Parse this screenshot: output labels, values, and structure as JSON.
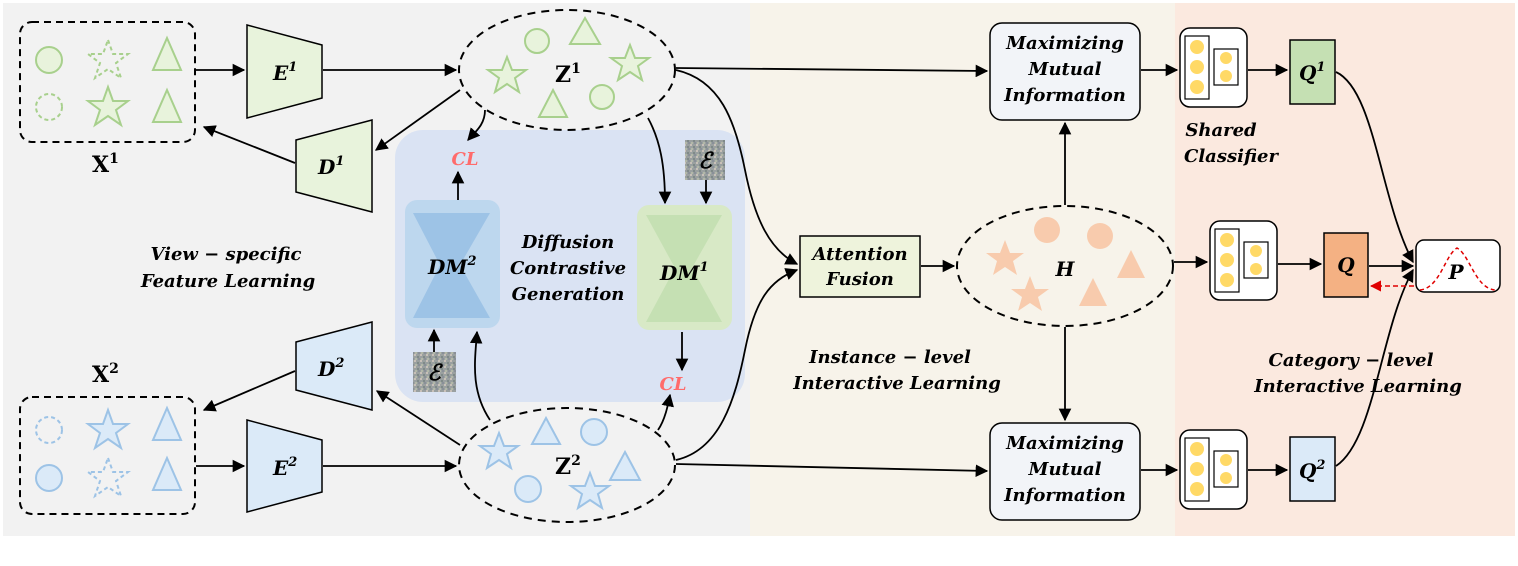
{
  "views": {
    "x1": "X",
    "x1_sup": "1",
    "x2": "X",
    "x2_sup": "2"
  },
  "encoders": {
    "e1": "E",
    "e1_sup": "1",
    "e2": "E",
    "e2_sup": "2"
  },
  "decoders": {
    "d1": "D",
    "d1_sup": "1",
    "d2": "D",
    "d2_sup": "2"
  },
  "latents": {
    "z1": "Z",
    "z1_sup": "1",
    "z2": "Z",
    "z2_sup": "2"
  },
  "diffusion": {
    "dm2": "DM",
    "dm2_sup": "2",
    "dm1": "DM",
    "dm1_sup": "1",
    "noise": "ℰ",
    "cl": "CL",
    "label_line1": "Diffusion",
    "label_line2": "Contrastive",
    "label_line3": "Generation"
  },
  "sections": {
    "view_specific_line1": "View − specific",
    "view_specific_line2": "Feature Learning",
    "instance_line1": "Instance − level",
    "instance_line2": "Interactive Learning",
    "category_line1": "Category − level",
    "category_line2": "Interactive Learning"
  },
  "fusion": {
    "attention_line1": "Attention",
    "attention_line2": "Fusion",
    "h": "H"
  },
  "mutual_info": {
    "line1": "Maximizing",
    "line2": "Mutual",
    "line3": "Information"
  },
  "classifier": {
    "shared_line1": "Shared",
    "shared_line2": "Classifier"
  },
  "outputs": {
    "q1": "Q",
    "q1_sup": "1",
    "q2": "Q",
    "q2_sup": "2",
    "q": "Q",
    "p": "P"
  },
  "colors": {
    "green_fill": "#e8f3dc",
    "green_stroke": "#a8d08d",
    "blue_fill": "#dbeaf8",
    "blue_stroke": "#9dc3e6",
    "orange_fill": "#f8cbad",
    "cl_color": "#ff6b6b",
    "panel_left": "#f2f2f2",
    "panel_mid": "#f7f3ea",
    "panel_right": "#fbe9df",
    "diffusion_bg": "#dae3f3"
  }
}
